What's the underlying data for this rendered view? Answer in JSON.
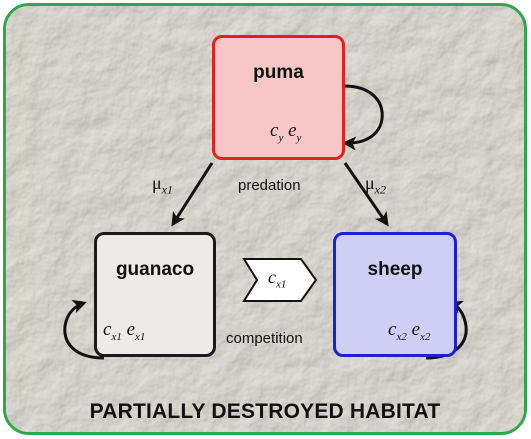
{
  "nodes": {
    "puma": {
      "name": "puma",
      "c": "c",
      "c_sub": "y",
      "e": "e",
      "e_sub": "y"
    },
    "guanaco": {
      "name": "guanaco",
      "c": "c",
      "c_sub": "x1",
      "e": "e",
      "e_sub": "x1"
    },
    "sheep": {
      "name": "sheep",
      "c": "c",
      "c_sub": "x2",
      "e": "e",
      "e_sub": "x2"
    }
  },
  "edges": {
    "predation_label": "predation",
    "competition_label": "competition",
    "mu_left": {
      "symbol": "μ",
      "sub": "x1"
    },
    "mu_right": {
      "symbol": "μ",
      "sub": "x2"
    },
    "competition_coef": {
      "c": "c",
      "sub": "x1"
    }
  },
  "banner": "PARTIALLY DESTROYED HABITAT",
  "colors": {
    "frame_border": "#2ea84a",
    "puma_fill": "#f7c7c7",
    "puma_border": "#e0211f",
    "guanaco_fill": "#ecebea",
    "guanaco_border": "#1a1a1a",
    "sheep_fill": "#cfcff6",
    "sheep_border": "#1f1fd4"
  }
}
